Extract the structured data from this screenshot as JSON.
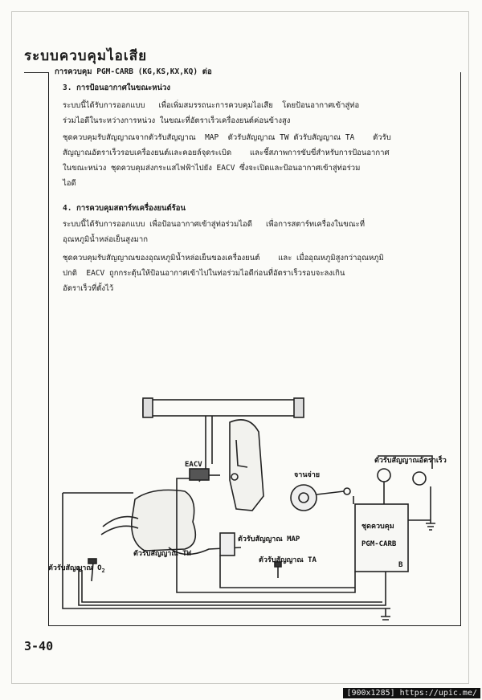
{
  "section_title": "ระบบควบคุมไอเสีย",
  "subtitle": "การควบคุม PGM-CARB (KG,KS,KX,KQ) ต่อ",
  "paragraphs": {
    "h3": "3. การป้อนอากาศในขณะหน่วง",
    "p3_1": "ระบบนี้ได้รับการออกแบบ   เพื่อเพิ่มสมรรถนะการควบคุมไอเสีย  โดยป้อนอากาศเข้าสู่ท่อ\nร่วมไอดีในระหว่างการหน่วง ในขณะที่อัตราเร็วเครื่องยนต์ค่อนข้างสูง",
    "p3_2": "ชุดควบคุมรับสัญญาณจากตัวรับสัญญาณ  MAP  ตัวรับสัญญาณ TW ตัวรับสัญญาณ TA    ตัวรับ\nสัญญาณอัตราเร็วรอบเครื่องยนต์และคอยล์จุดระเบิด    และชี้สภาพการขับขี่สำหรับการป้อนอากาศ\nในขณะหน่วง ชุดควบคุมส่งกระแสไฟฟ้าไปยัง EACV ซึ่งจะเปิดและป้อนอากาศเข้าสู่ท่อร่วม\nไอดี",
    "h4": "4. การควบคุมสตาร์ทเครื่องยนต์ร้อน",
    "p4_1": "ระบบนี้ได้รับการออกแบบ เพื่อป้อนอากาศเข้าสู่ท่อร่วมไอดี   เพื่อการสตาร์ทเครื่องในขณะที่\nอุณหภูมิน้ำหล่อเย็นสูงมาก",
    "p4_2": "ชุดควบคุมรับสัญญาณของอุณหภูมิน้ำหล่อเย็นของเครื่องยนต์    และ เมื่ออุณหภูมิสูงกว่าอุณหภูมิ\nปกติ  EACV ถูกกระตุ้นให้ป้อนอากาศเข้าไปในท่อร่วมไอดีก่อนที่อัตราเร็วรอบจะลงเกิน\nอัตราเร็วที่ตั้งไว้"
  },
  "diagram": {
    "eacv": "EACV",
    "distributor": "จานจ่าย",
    "speed_sensor": "ตัวรับสัญญาณอัตราเร็ว",
    "control_unit_line1": "ชุดควบคุม",
    "control_unit_line2": "PGM-CARB",
    "map_sensor": "ตัวรับสัญญาณ MAP",
    "tw_sensor": "ตัวรับสัญญาณ TW",
    "ta_sensor": "ตัวรับสัญญาณ TA",
    "o2_sensor": "ตัวรับสัญญาณ O",
    "o2_subscript": "2",
    "terminal_b": "B"
  },
  "page_number": "3-40",
  "watermark": "[900x1285] https://upic.me/"
}
